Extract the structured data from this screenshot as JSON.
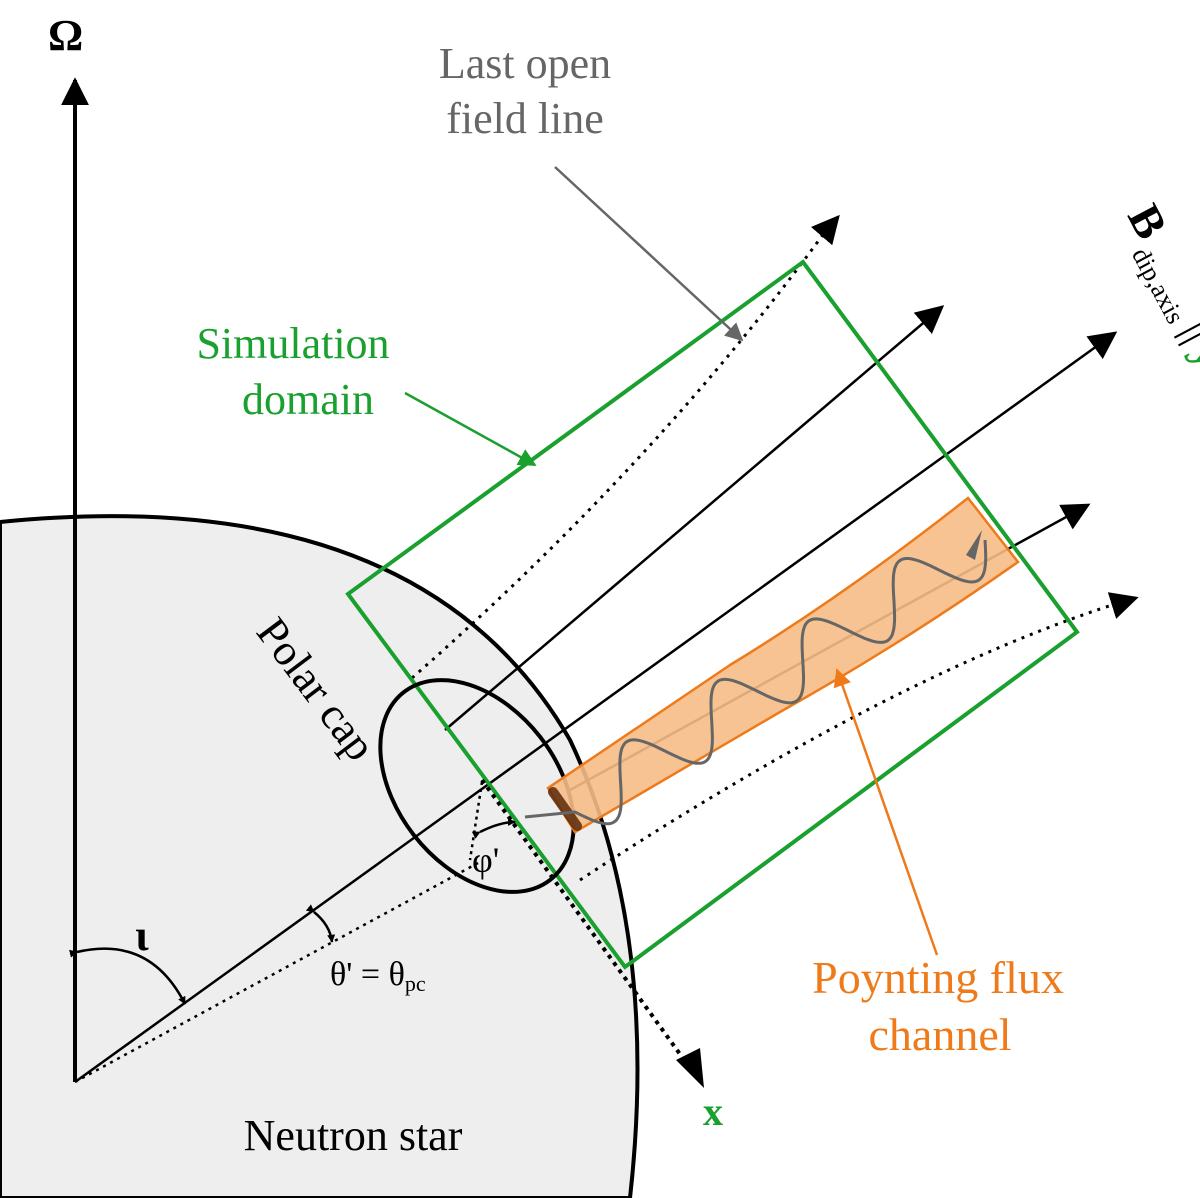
{
  "labels": {
    "omega": "Ω",
    "last_open_line1": "Last open",
    "last_open_line2": "field line",
    "simulation_line1": "Simulation",
    "simulation_line2": "domain",
    "b_main": "B",
    "b_sub": "dip,axis",
    "b_parallel": "||",
    "b_y": "y",
    "polar_cap": "Polar cap",
    "phi_prime": "φ'",
    "iota": "ι",
    "theta_main": "θ' = θ",
    "theta_sub": "pc",
    "poynting_line1": "Poynting flux",
    "poynting_line2": "channel",
    "x_axis": "x",
    "neutron_star": "Neutron star"
  },
  "colors": {
    "black": "#000000",
    "green": "#1aa02e",
    "gray": "#666666",
    "orange": "#ee7a1a",
    "channel_fill": "#f7bd86",
    "star_fill": "#eeeeee"
  }
}
